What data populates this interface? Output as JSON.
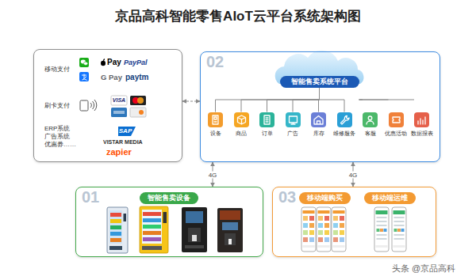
{
  "diagram": {
    "title": "京品高科智能零售AIoT云平台系统架构图",
    "nodes": [
      {
        "text": [
          "移动支付",
          "刷卡支付",
          "ERP系统 广告系统 优惠券……"
        ]
      },
      {
        "text": [
          "02"
        ]
      },
      {
        "text": [
          "智能售卖系统平台"
        ],
        "in": 1
      },
      {
        "text": [
          "设备"
        ],
        "in": 1
      },
      {
        "text": [
          "商品"
        ],
        "in": 1
      },
      {
        "text": [
          "订单"
        ],
        "in": 1
      },
      {
        "text": [
          "广告"
        ],
        "in": 1
      },
      {
        "text": [
          "库存"
        ],
        "in": 1
      },
      {
        "text": [
          "维修服务"
        ],
        "in": 1
      },
      {
        "text": [
          "客服"
        ],
        "in": 1
      },
      {
        "text": [
          "优惠活动"
        ],
        "in": 1
      },
      {
        "text": [
          "数据报表"
        ],
        "in": 1
      },
      {
        "text": [
          "01"
        ]
      },
      {
        "text": [
          "智能售卖设备"
        ],
        "in": 12
      },
      {
        "text": [
          "03"
        ]
      },
      {
        "text": [
          "移动端购买"
        ],
        "in": 14
      },
      {
        "text": [
          "移动端运维"
        ],
        "in": 14
      }
    ],
    "edges": [
      {
        "from": 0,
        "to": 1,
        "arrow": "both"
      },
      {
        "from": 1,
        "to": 12,
        "label": "4G",
        "arrow": "both"
      },
      {
        "from": 1,
        "to": 14,
        "label": "4G",
        "arrow": "both"
      },
      {
        "from": 2,
        "to": 3,
        "arrow": "none"
      },
      {
        "from": 2,
        "to": 4,
        "arrow": "none"
      },
      {
        "from": 2,
        "to": 5,
        "arrow": "none"
      },
      {
        "from": 2,
        "to": 6,
        "arrow": "none"
      },
      {
        "from": 2,
        "to": 7,
        "arrow": "none"
      },
      {
        "from": 2,
        "to": 8,
        "arrow": "none"
      },
      {
        "from": 2,
        "to": 9,
        "arrow": "none"
      },
      {
        "from": 2,
        "to": 10,
        "arrow": "none"
      },
      {
        "from": 2,
        "to": 11,
        "arrow": "none"
      }
    ],
    "labels": [
      "Pay",
      "PayPal",
      "G Pay",
      "paytm",
      "VISA",
      "SAP",
      "VISTAR MEDIA",
      "zapier",
      "头条 @京品高科"
    ]
  }
}
